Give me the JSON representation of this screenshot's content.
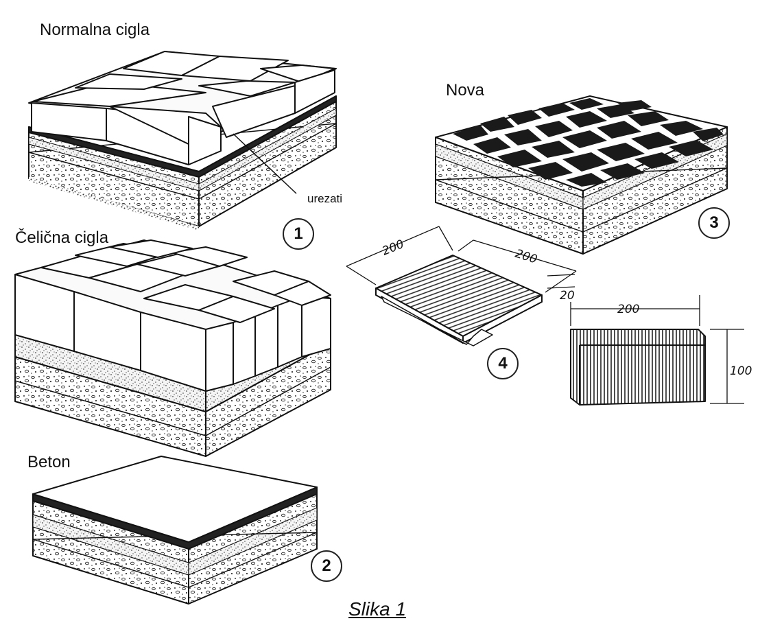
{
  "labels": {
    "normal_brick": "Normalna cigla",
    "steel_brick": "Čelična cigla",
    "concrete": "Beton",
    "new": "Nova",
    "notch": "urezati",
    "caption": "Slika 1"
  },
  "markers": {
    "one": "1",
    "two": "2",
    "three": "3",
    "four": "4"
  },
  "dimensions": {
    "tile_width": "200",
    "tile_length": "200",
    "tile_thickness": "20",
    "block_width": "200",
    "block_height": "100"
  },
  "colors": {
    "ink": "#111111",
    "gravel": "#444444",
    "background": "#ffffff"
  }
}
